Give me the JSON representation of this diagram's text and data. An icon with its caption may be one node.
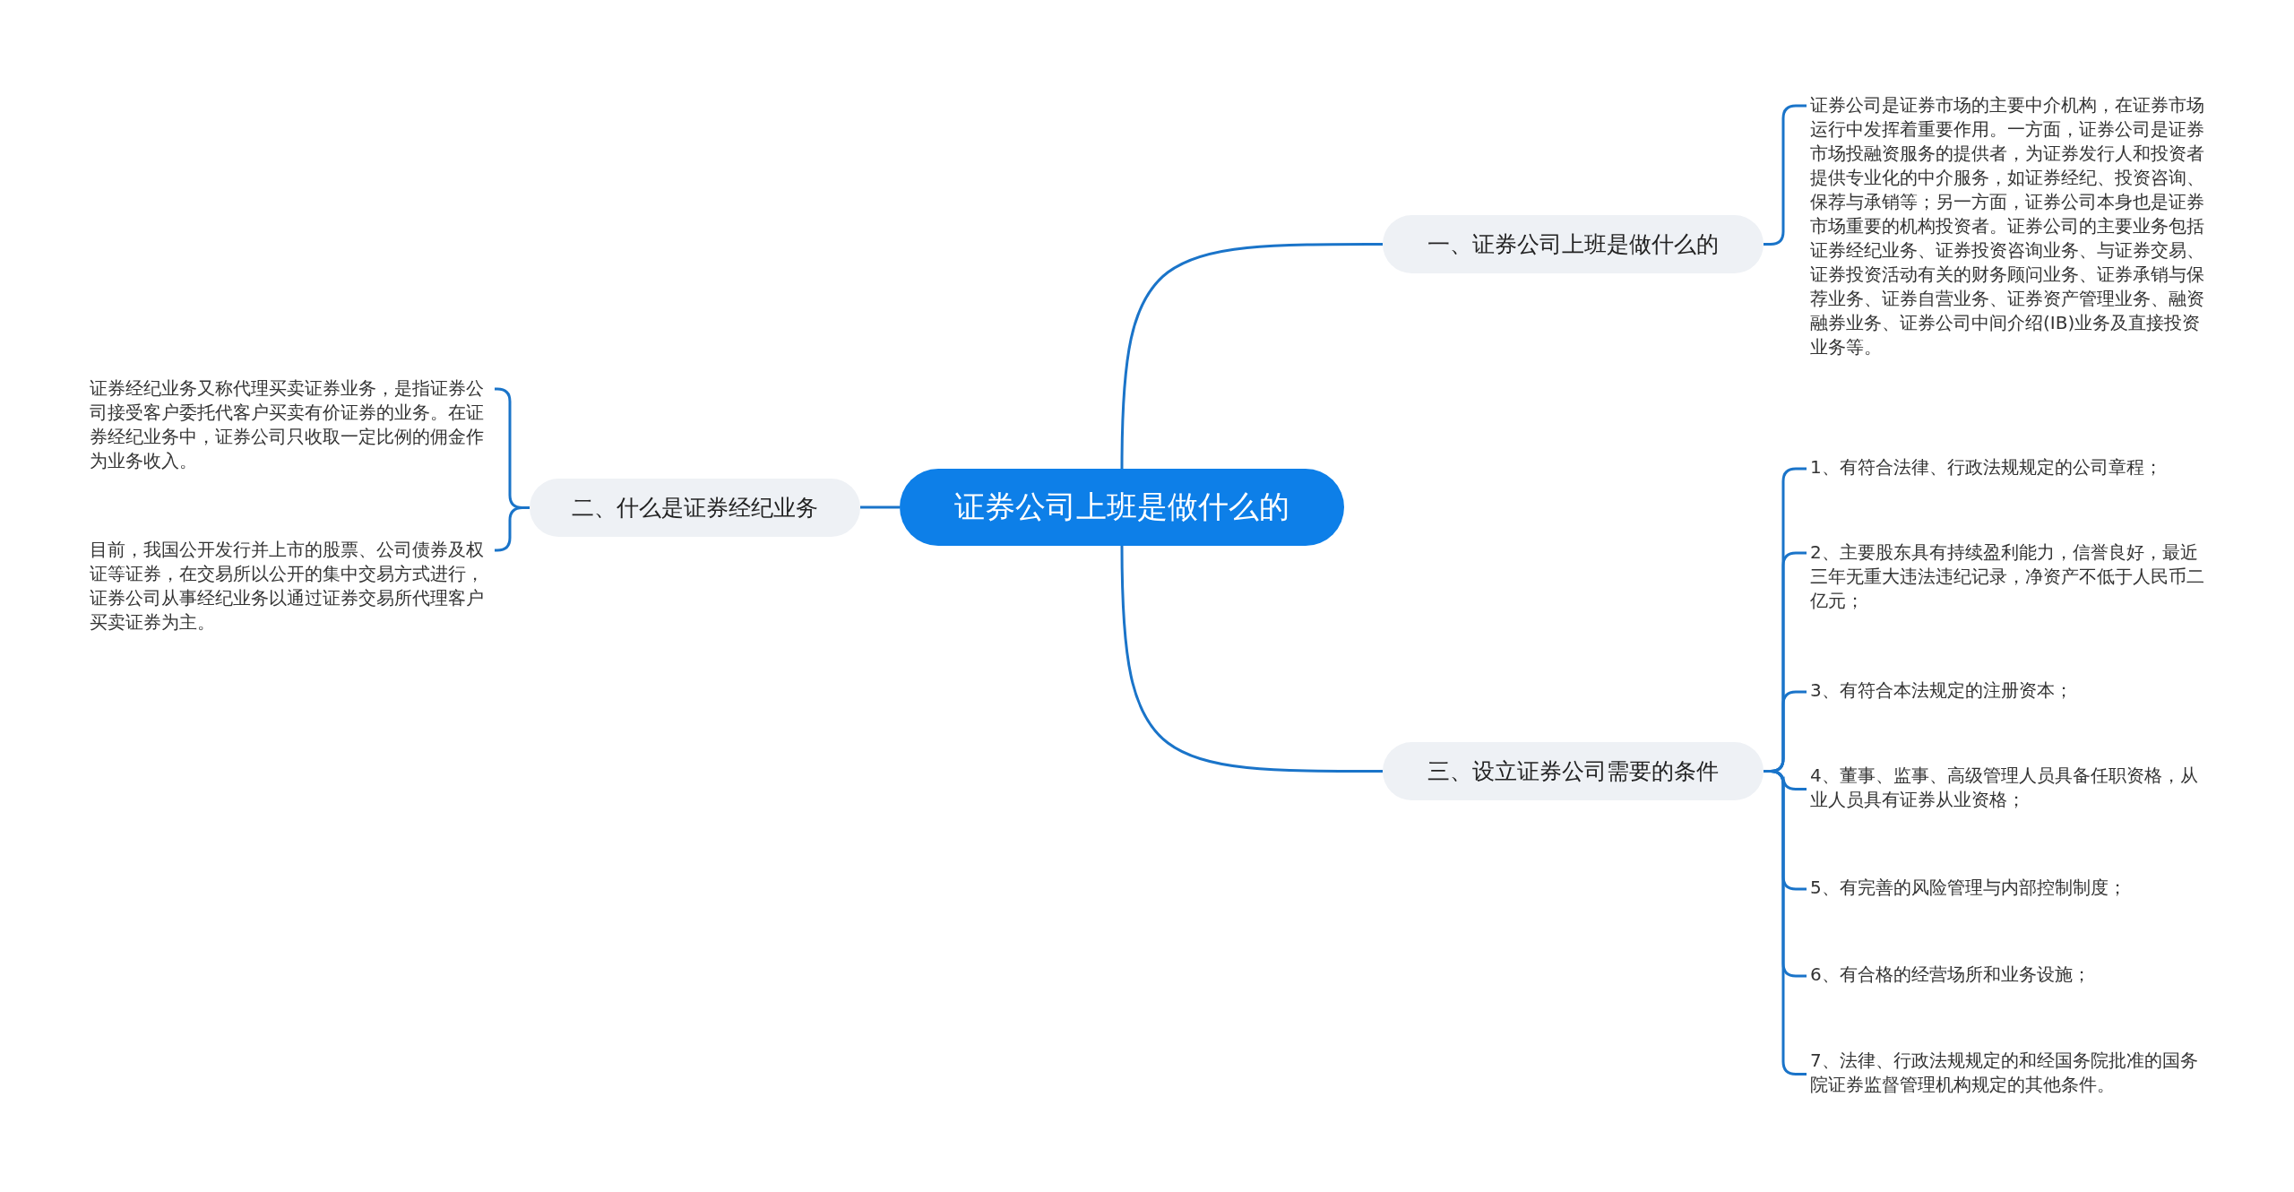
{
  "diagram": {
    "nodes": [
      {
        "text": [
          "证券公司上班是做什么的"
        ]
      },
      {
        "text": [
          "一、证券公司上班是做什么的"
        ]
      },
      {
        "text": [
          "证券公司是证券市场的主要中介机构，在证券市场运行中发挥着重要作用。一方面，证券公司是证券市场投融资服务的提供者，为证券发行人和投资者提供专业化的中介服务，如证券经纪、投资咨询、保荐与承销等；另一方面，证券公司本身也是证券市场重要的机构投资者。证券公司的主要业务包括证券经纪业务、证券投资咨询业务、与证券交易、证券投资活动有关的财务顾问业务、证券承销与保荐业务、证券自营业务、证券资产管理业务、融资融券业务、证券公司中间介绍(IB)业务及直接投资业务等。"
        ]
      },
      {
        "text": [
          "二、什么是证券经纪业务"
        ]
      },
      {
        "text": [
          "证券经纪业务又称代理买卖证券业务，是指证券公司接受客户委托代客户买卖有价证券的业务。在证券经纪业务中，证券公司只收取一定比例的佣金作为业务收入。"
        ]
      },
      {
        "text": [
          "目前，我国公开发行并上市的股票、公司债券及权证等证券，在交易所以公开的集中交易方式进行，证券公司从事经纪业务以通过证券交易所代理客户买卖证券为主。"
        ]
      },
      {
        "text": [
          "三、设立证券公司需要的条件"
        ]
      },
      {
        "text": [
          "1、有符合法律、行政法规规定的公司章程；"
        ]
      },
      {
        "text": [
          "2、主要股东具有持续盈利能力，信誉良好，最近三年无重大违法违纪记录，净资产不低于人民币二亿元；"
        ]
      },
      {
        "text": [
          "3、有符合本法规定的注册资本；"
        ]
      },
      {
        "text": [
          "4、董事、监事、高级管理人员具备任职资格，从业人员具有证券从业资格；"
        ]
      },
      {
        "text": [
          "5、有完善的风险管理与内部控制制度；"
        ]
      },
      {
        "text": [
          "6、有合格的经营场所和业务设施；"
        ]
      },
      {
        "text": [
          "7、法律、行政法规规定的和经国务院批准的国务院证券监督管理机构规定的其他条件。"
        ]
      }
    ],
    "edges": [
      {
        "from": 0,
        "to": 1,
        "arrow": "none"
      },
      {
        "from": 1,
        "to": 2,
        "arrow": "none"
      },
      {
        "from": 0,
        "to": 3,
        "arrow": "none"
      },
      {
        "from": 3,
        "to": 4,
        "arrow": "none"
      },
      {
        "from": 3,
        "to": 5,
        "arrow": "none"
      },
      {
        "from": 0,
        "to": 6,
        "arrow": "none"
      },
      {
        "from": 6,
        "to": 7,
        "arrow": "none"
      },
      {
        "from": 6,
        "to": 8,
        "arrow": "none"
      },
      {
        "from": 6,
        "to": 9,
        "arrow": "none"
      },
      {
        "from": 6,
        "to": 10,
        "arrow": "none"
      },
      {
        "from": 6,
        "to": 11,
        "arrow": "none"
      },
      {
        "from": 6,
        "to": 12,
        "arrow": "none"
      },
      {
        "from": 6,
        "to": 13,
        "arrow": "none"
      }
    ]
  }
}
